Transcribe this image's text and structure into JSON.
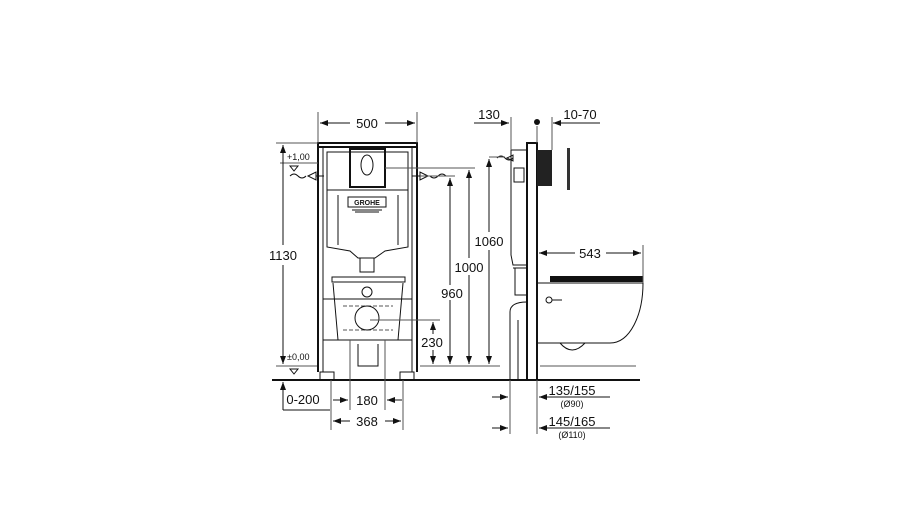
{
  "drawing": {
    "front_view": {
      "width_label": "500",
      "total_height_label": "1130",
      "level_top_label": "+1,00",
      "level_zero_label": "±0,00",
      "inlet_height_label": "1000",
      "drain_height_label": "960",
      "outlet_height_label": "230",
      "floor_offset_label": "0-200",
      "bolt_spacing_label": "180",
      "foot_spacing_label": "368",
      "brand_logo": "GROHE"
    },
    "side_view": {
      "depth_label": "130",
      "wall_range_label": "10-70",
      "frame_height_label": "1060",
      "bowl_projection_label": "543",
      "drain_offset_small_label": "135/155",
      "drain_small_diameter_label": "(Ø90)",
      "drain_offset_large_label": "145/165",
      "drain_large_diameter_label": "(Ø110)"
    }
  }
}
